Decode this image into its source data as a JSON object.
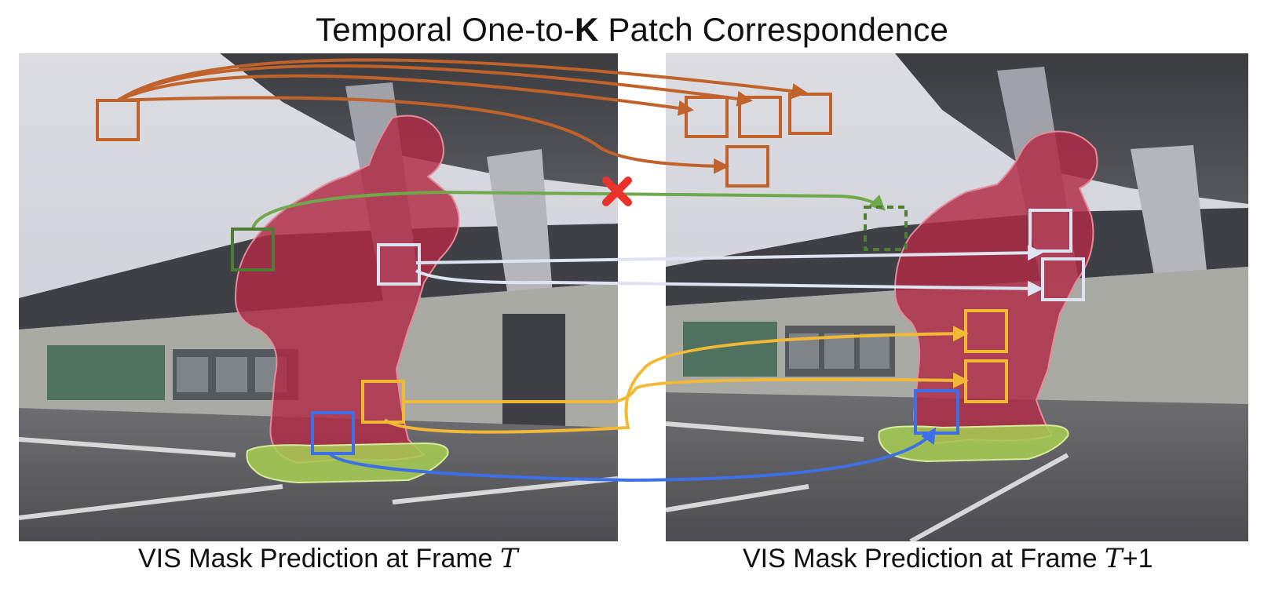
{
  "title": {
    "pre": "Temporal One-to-",
    "bold": "K",
    "post": " Patch Correspondence"
  },
  "left_caption": {
    "text": "VIS Mask Prediction at Frame ",
    "var": "T"
  },
  "right_caption": {
    "text": "VIS Mask Prediction at Frame ",
    "var": "T",
    "suffix": "+1"
  },
  "colors": {
    "orange": "#c0622a",
    "green": "#6fa94c",
    "dark_green": "#4f7d36",
    "lavender": "#dde3f1",
    "yellow": "#f2b935",
    "blue": "#3d6fe6",
    "red_x": "#e8322a",
    "person_mask": "#b02a46",
    "board_mask": "#a8cf52"
  },
  "correspondences": [
    {
      "color": "orange",
      "targets": 4,
      "note": "one-to-K"
    },
    {
      "color": "green",
      "targets": 1,
      "note": "invalid (occluded)"
    },
    {
      "color": "lavender",
      "targets": 2,
      "note": "one-to-K"
    },
    {
      "color": "yellow",
      "targets": 2,
      "note": "one-to-K"
    },
    {
      "color": "blue",
      "targets": 1,
      "note": "one-to-one"
    }
  ]
}
